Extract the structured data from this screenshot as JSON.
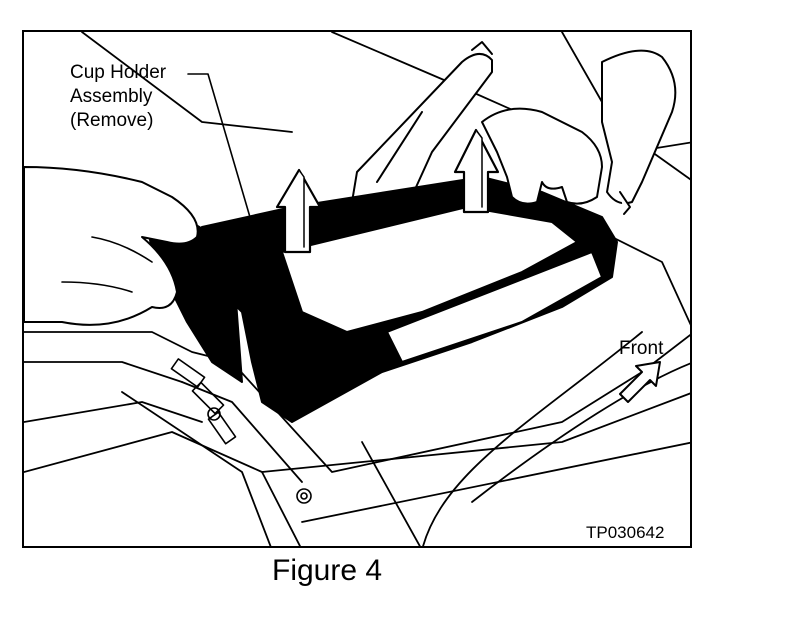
{
  "figure": {
    "callout_lines": [
      "Cup Holder",
      "Assembly",
      "(Remove)"
    ],
    "direction_label": "Front",
    "drawing_code": "TP030642",
    "caption": "Figure 4"
  },
  "colors": {
    "ink": "#000000",
    "paper": "#ffffff"
  }
}
